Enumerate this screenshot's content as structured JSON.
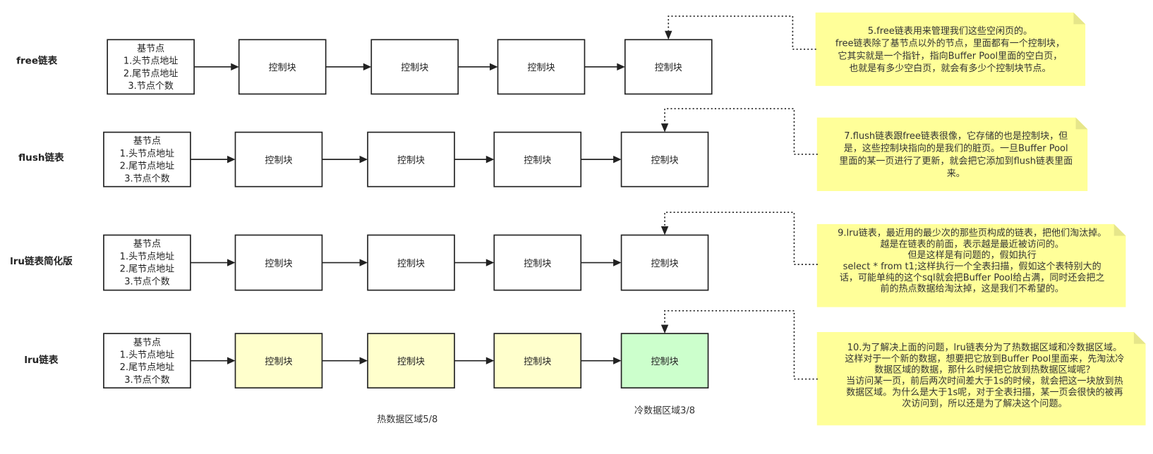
{
  "rows": [
    {
      "label": "free链表",
      "head": [
        "基节点",
        "1.头节点地址",
        "2.尾节点地址",
        "3.节点个数"
      ],
      "blocks": [
        "控制块",
        "控制块",
        "控制块",
        "控制块"
      ],
      "note": [
        "5.free链表用来管理我们这些空闲页的。",
        "free链表除了基节点以外的节点，里面都有一个控制块，",
        "它其实就是一个指针，指向Buffer Pool里面的空白页，",
        "也就是有多少空白页，就会有多少个控制块节点。"
      ]
    },
    {
      "label": "flush链表",
      "head": [
        "基节点",
        "1.头节点地址",
        "2.尾节点地址",
        "3.节点个数"
      ],
      "blocks": [
        "控制块",
        "控制块",
        "控制块",
        "控制块"
      ],
      "note": [
        "7.flush链表跟free链表很像，它存储的也是控制块，但",
        "是，这些控制块指向的是我们的脏页。一旦Buffer Pool",
        "里面的某一页进行了更新，就会把它添加到flush链表里面",
        "来。"
      ]
    },
    {
      "label": "lru链表简化版",
      "head": [
        "基节点",
        "1.头节点地址",
        "2.尾节点地址",
        "3.节点个数"
      ],
      "blocks": [
        "控制块",
        "控制块",
        "控制块",
        "控制块"
      ],
      "note": [
        "9.lru链表，最近用的最少次的那些页构成的链表，把他们淘汰掉。",
        "越是在链表的前面，表示越是最近被访问的。",
        "但是这样是有问题的，假如执行",
        "select * from t1;这样执行一个全表扫描，假如这个表特别大的",
        "话，可能单纯的这个sql就会把Buffer Pool给占满，同时还会把之",
        "前的热点数据给淘汰掉，这是我们不希望的。"
      ]
    },
    {
      "label": "lru链表",
      "head": [
        "基节点",
        "1.头节点地址",
        "2.尾节点地址",
        "3.节点个数"
      ],
      "blocks": [
        "控制块",
        "控制块",
        "控制块",
        "控制块"
      ],
      "note": [
        "10.为了解决上面的问题，lru链表分为了热数据区域和冷数据区域。",
        "这样对于一个新的数据，想要把它放到Buffer Pool里面来，先淘汰冷",
        "数据区域的数据，那什么时候把它放到热数据区域呢？",
        "当访问某一页，前后两次时间差大于1s的时候，就会把这一块放到热",
        "数据区域。为什么是大于1s呢，对于全表扫描，某一页会很快的被再",
        "次访问到，所以还是为了解决这个问题。"
      ]
    }
  ],
  "regions": {
    "hot": "热数据区域5/8",
    "cold": "冷数据区域3/8"
  },
  "colors": {
    "note_fill": "#ffff99",
    "hot_block_fill": "#ffffcc",
    "cold_block_fill": "#ccffcc",
    "line": "#222222"
  }
}
